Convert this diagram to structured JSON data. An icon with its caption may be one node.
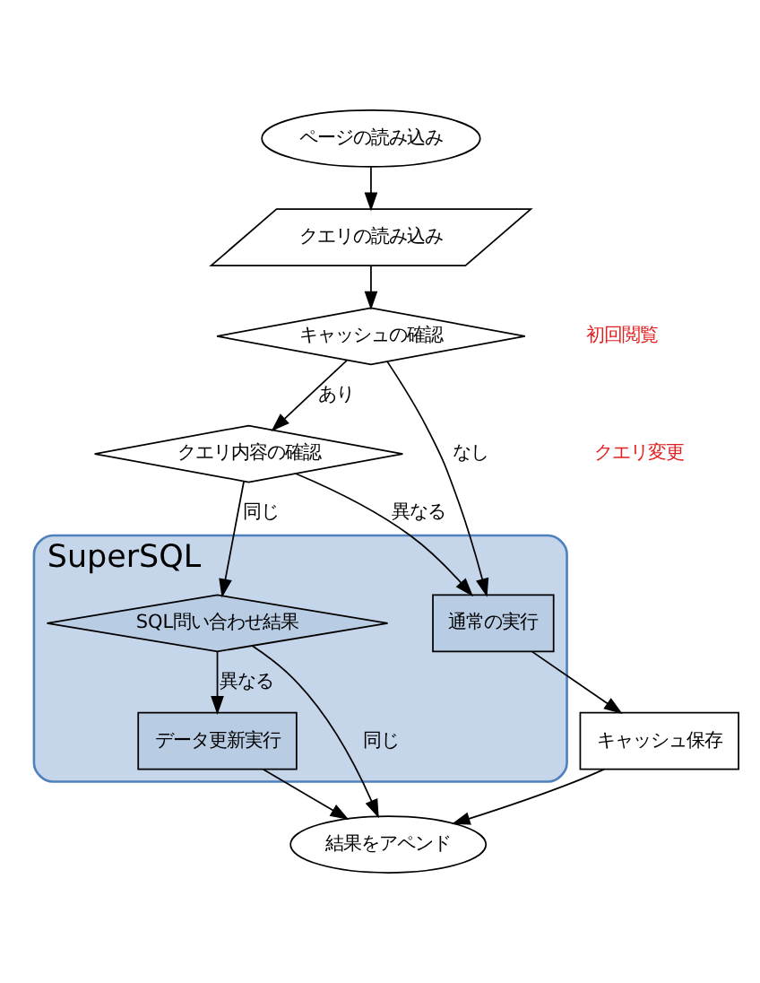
{
  "diagram": {
    "nodes": [
      {
        "text": [
          "ページの読み込み"
        ]
      },
      {
        "text": [
          "クエリの読み込み"
        ]
      },
      {
        "text": [
          "キャッシュの確認"
        ]
      },
      {
        "text": [
          "クエリ内容の確認"
        ]
      },
      {
        "text": [
          "SuperSQL"
        ]
      },
      {
        "text": [
          "SQL問い合わせ結果"
        ],
        "in": 4
      },
      {
        "text": [
          "データ更新実行"
        ],
        "in": 4
      },
      {
        "text": [
          "通常の実行"
        ],
        "in": 4
      },
      {
        "text": [
          "キャッシュ保存"
        ]
      },
      {
        "text": [
          "結果をアペンド"
        ]
      }
    ],
    "edges": [
      {
        "from": 0,
        "to": 1,
        "arrow": "to"
      },
      {
        "from": 1,
        "to": 2,
        "arrow": "to"
      },
      {
        "from": 2,
        "to": 3,
        "label": "あり",
        "arrow": "to"
      },
      {
        "from": 2,
        "to": 7,
        "label": "なし",
        "arrow": "to"
      },
      {
        "from": 3,
        "to": 7,
        "label": "異なる",
        "arrow": "to"
      },
      {
        "from": 3,
        "to": 5,
        "label": "同じ",
        "arrow": "to"
      },
      {
        "from": 5,
        "to": 6,
        "label": "異なる",
        "arrow": "to"
      },
      {
        "from": 5,
        "to": 9,
        "label": "同じ",
        "arrow": "to"
      },
      {
        "from": 6,
        "to": 9,
        "arrow": "to"
      },
      {
        "from": 7,
        "to": 8,
        "arrow": "to"
      },
      {
        "from": 8,
        "to": 9,
        "arrow": "to"
      }
    ],
    "labels": [
      "初回閲覧",
      "クエリ変更"
    ]
  }
}
